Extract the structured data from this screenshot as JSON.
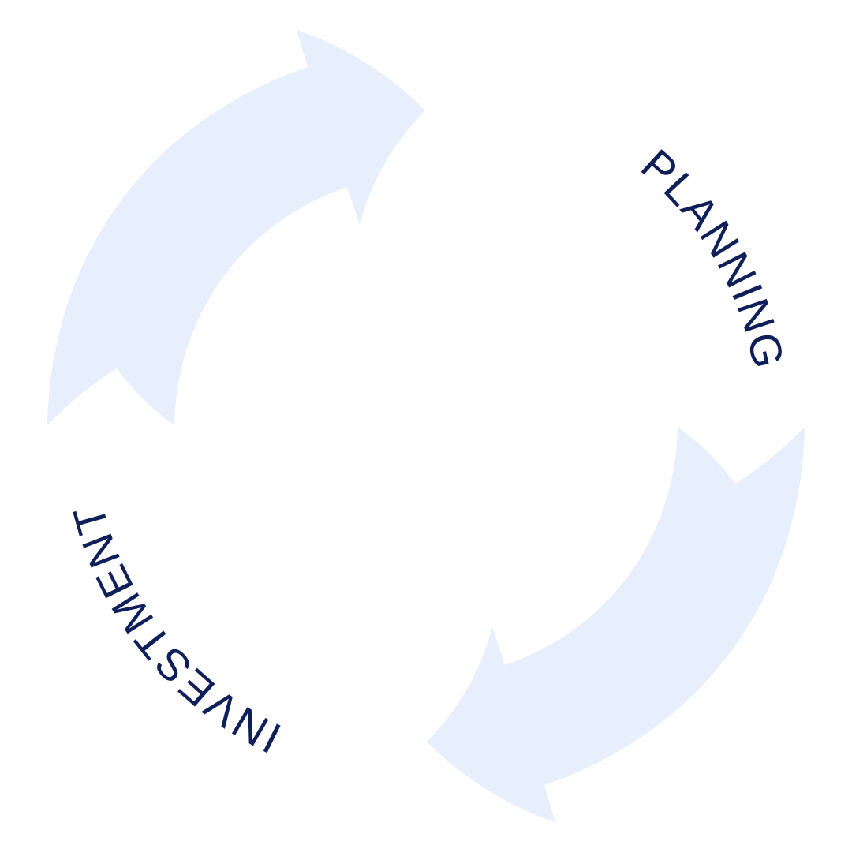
{
  "diagram": {
    "type": "cycle",
    "labels": {
      "planning": "PLANNING",
      "investment": "INVESTMENT"
    },
    "colors": {
      "arrow_fill": "#E7EFFD",
      "label_text": "#0F1F5A",
      "background": "#FFFFFF"
    }
  }
}
